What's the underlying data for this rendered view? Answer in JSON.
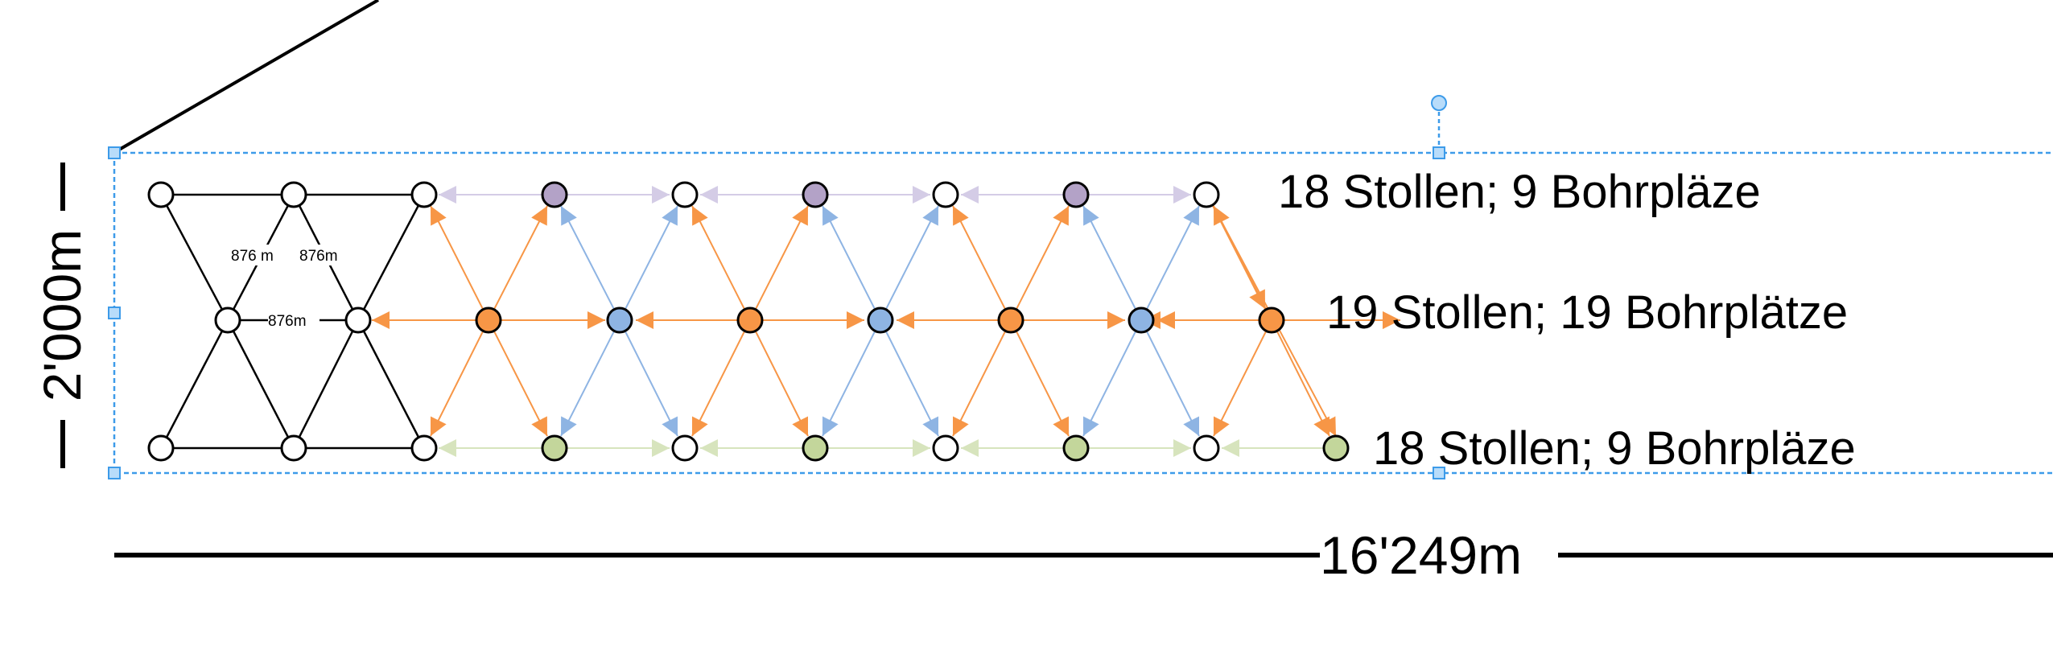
{
  "labels": {
    "top_row": "18 Stollen; 9 Bohrpläze",
    "middle_row": "19 Stollen; 19 Bohrplätze",
    "bottom_row": "18 Stollen; 9 Bohrpläze",
    "height_dimension": "2'000m",
    "width_dimension": "16'249m",
    "edge_length_a": "876 m",
    "edge_length_b": "876m",
    "edge_length_c": "876m"
  },
  "colors": {
    "orange": "#f79646",
    "blue": "#8eb4e3",
    "lavender": "#d4cce6",
    "green": "#d7e4bd",
    "node_orange": "#f79646",
    "node_blue": "#8eb4e3",
    "node_purple": "#b3a2c7",
    "node_green": "#c3d69b",
    "selection": "#3d9be9"
  }
}
